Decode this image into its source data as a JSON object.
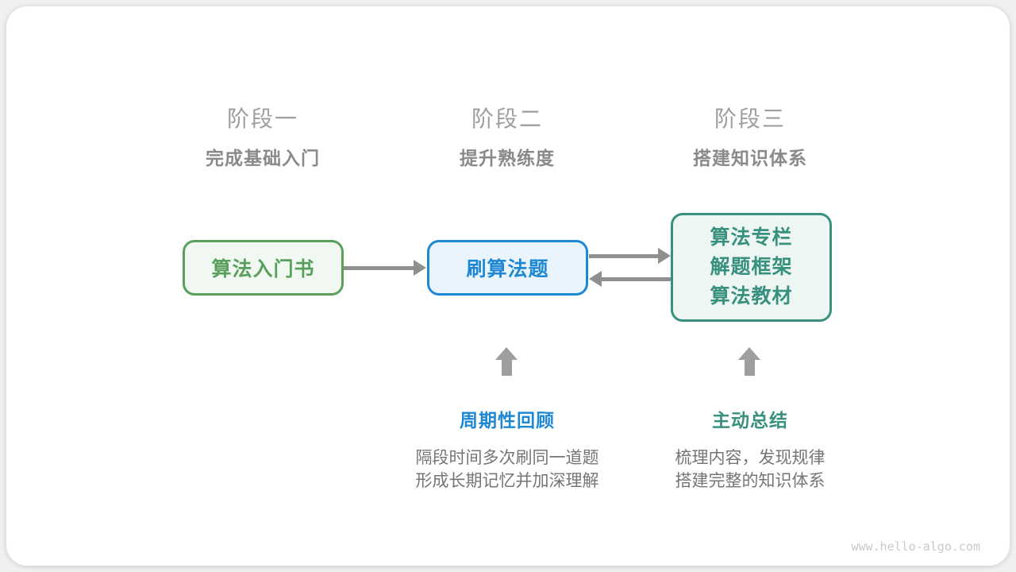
{
  "colors": {
    "green": "#58a05c",
    "green_bg": "#f1f8f1",
    "blue": "#1e88d5",
    "blue_bg": "#eaf4fc",
    "teal": "#38917e",
    "teal_bg": "#eef6f3",
    "arrow": "#8f8f8f",
    "block_arrow": "#9e9e9e",
    "stage_title": "#9e9e9e",
    "stage_sub": "#8a8a8a",
    "body_text": "#757575",
    "watermark": "#c9c9c9"
  },
  "stages": [
    {
      "title": "阶段一",
      "subtitle": "完成基础入门"
    },
    {
      "title": "阶段二",
      "subtitle": "提升熟练度"
    },
    {
      "title": "阶段三",
      "subtitle": "搭建知识体系"
    }
  ],
  "nodes": {
    "intro_book": {
      "label": "算法入门书"
    },
    "practice": {
      "label": "刷算法题"
    },
    "resources": {
      "lines": [
        "算法专栏",
        "解题框架",
        "算法教材"
      ]
    }
  },
  "callouts": [
    {
      "title": "周期性回顾",
      "lines": [
        "隔段时间多次刷同一道题",
        "形成长期记忆并加深理解"
      ]
    },
    {
      "title": "主动总结",
      "lines": [
        "梳理内容，发现规律",
        "搭建完整的知识体系"
      ]
    }
  ],
  "watermark": "www.hello-algo.com"
}
